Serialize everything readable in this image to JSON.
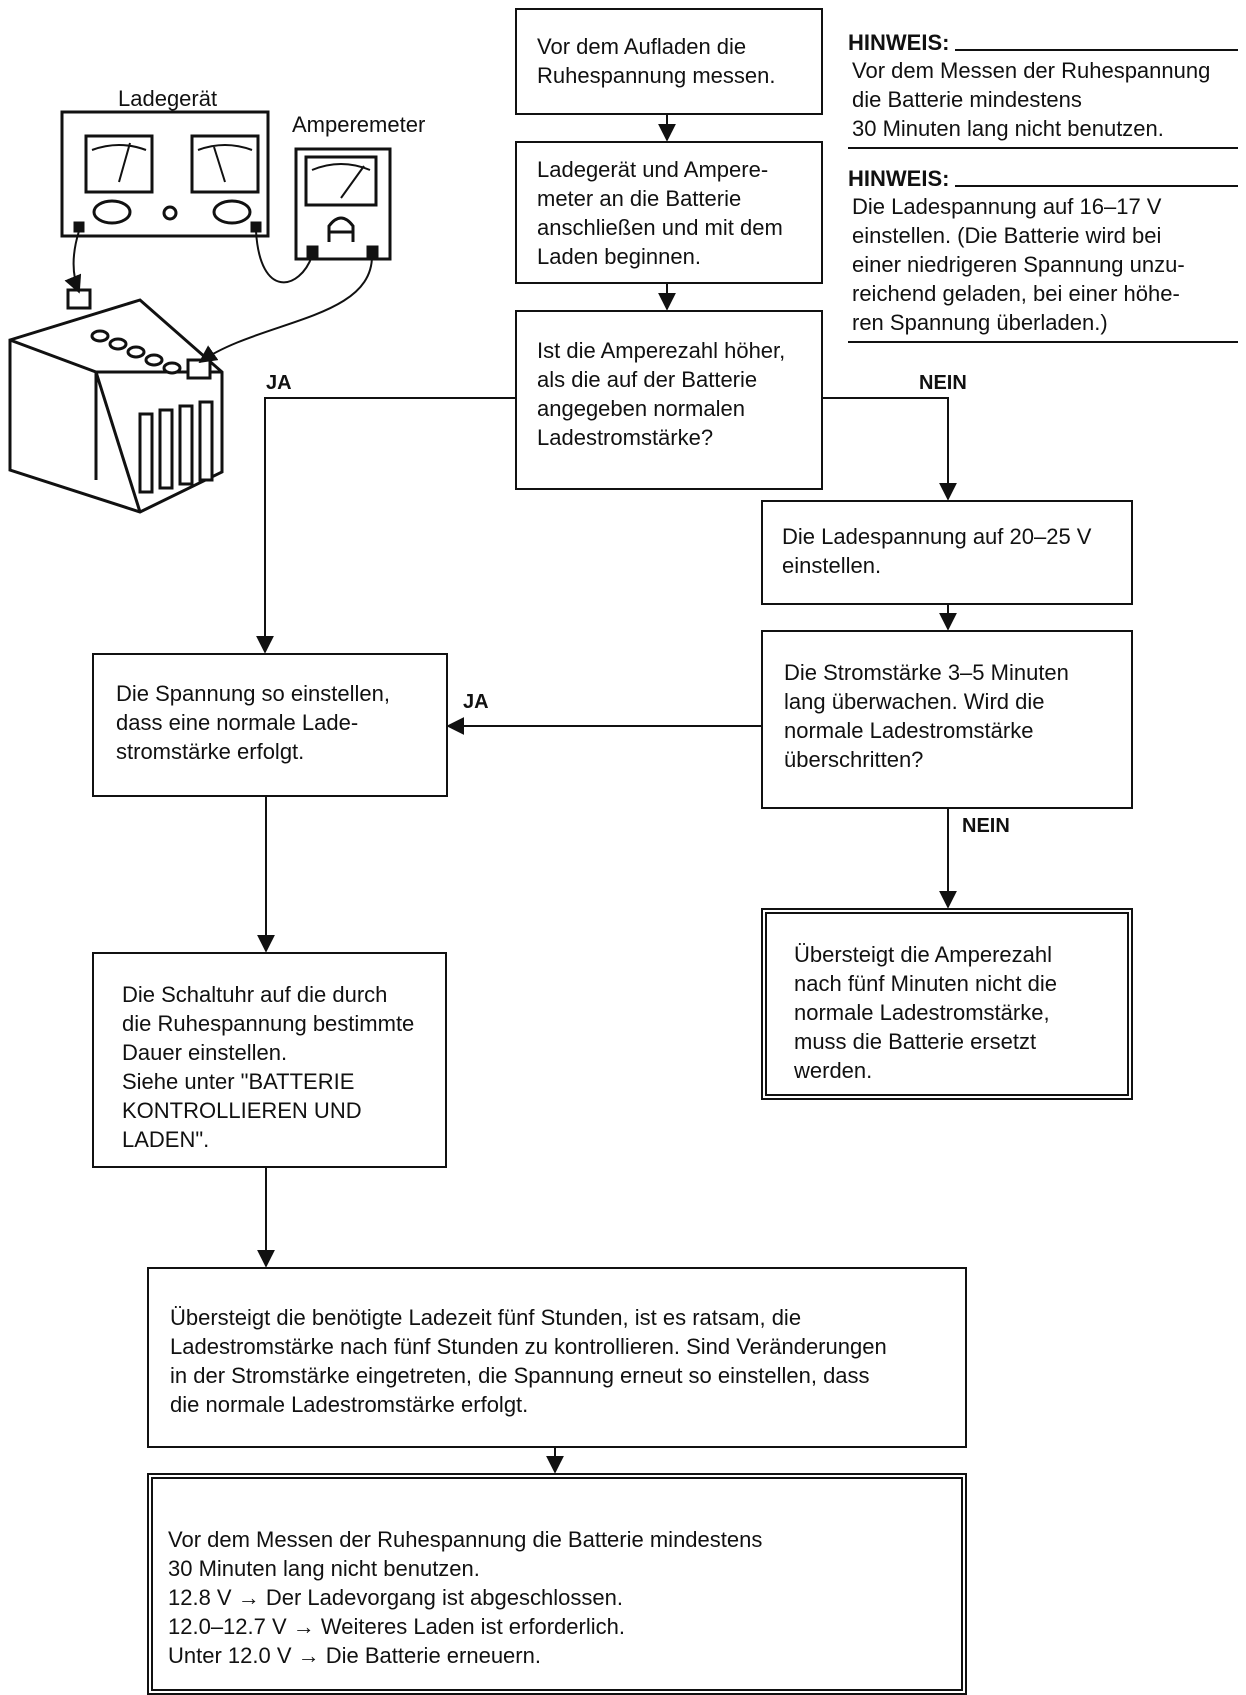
{
  "illustration": {
    "charger_label": "Ladegerät",
    "ammeter_label": "Amperemeter",
    "ammeter_symbol": "A"
  },
  "notes": [
    {
      "head": "HINWEIS:",
      "body": "Vor dem Messen der Ruhespannung\ndie Batterie mindestens\n30 Minuten lang nicht benutzen."
    },
    {
      "head": "HINWEIS:",
      "body": "Die Ladespannung auf 16–17 V\neinstellen. (Die Batterie wird bei\neiner niedrigeren Spannung unzu-\nreichend geladen, bei einer höhe-\nren Spannung überladen.)"
    }
  ],
  "boxes": {
    "measure": "Vor dem Aufladen die\nRuhespannung messen.",
    "connect": "Ladegerät und Ampere-\nmeter an die Batterie\nanschließen und mit dem\nLaden beginnen.",
    "question_amps": "Ist die Amperezahl höher,\nals die auf der Batterie\nangegeben normalen\nLadestromstärke?",
    "set_20_25": "Die Ladespannung auf 20–25 V\neinstellen.",
    "monitor": "Die Stromstärke 3–5 Minuten\nlang überwachen. Wird die\nnormale Ladestromstärke\nüberschritten?",
    "adjust_voltage": "Die Spannung so einstellen,\ndass eine normale Lade-\nstromstärke erfolgt.",
    "replace_battery": "Übersteigt die Amperezahl\nnach fünf Minuten nicht die\nnormale Ladestromstärke,\nmuss die Batterie ersetzt\nwerden.",
    "timer": "Die Schaltuhr auf die durch\ndie Ruhespannung bestimmte\nDauer einstellen.\nSiehe unter   \"BATTERIE\nKONTROLLIEREN UND\nLADEN\".",
    "five_hours": "Übersteigt die benötigte Ladezeit fünf Stunden, ist es ratsam, die\nLadestromstärke nach fünf Stunden zu kontrollieren. Sind Veränderungen\nin der Stromstärke eingetreten, die Spannung erneut so einstellen, dass\ndie normale Ladestromstärke erfolgt.",
    "final": "Vor dem Messen der Ruhespannung die Batterie mindestens\n30 Minuten lang nicht benutzen.\n12.8 V → Der Ladevorgang ist abgeschlossen.\n12.0–12.7 V → Weiteres Laden ist erforderlich.\nUnter 12.0 V → Die Batterie erneuern."
  },
  "labels": {
    "ja_1": "JA",
    "nein_1": "NEIN",
    "ja_2": "JA",
    "nein_2": "NEIN"
  }
}
